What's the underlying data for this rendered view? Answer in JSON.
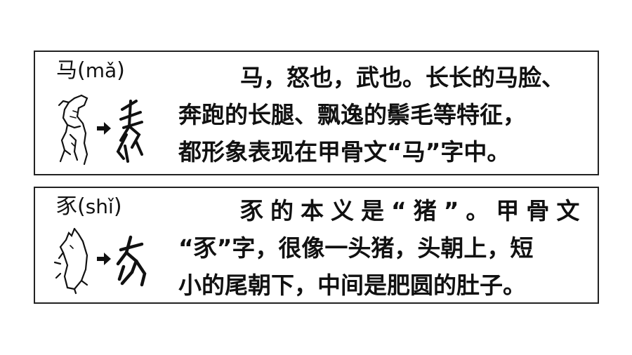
{
  "entries": [
    {
      "char": "马",
      "pinyin": "mǎ",
      "lines": [
        "马，怒也，武也。长长的马脸、",
        "奔跑的长腿、飘逸的鬃毛等特征，",
        "都形象表现在甲骨文“马”字中。"
      ]
    },
    {
      "char": "豕",
      "pinyin": "shǐ",
      "lines": [
        "豕的本义是“猪”。甲骨文",
        "“豕”字，很像一头猪，头朝上，短",
        "小的尾朝下，中间是肥圆的肚子。"
      ]
    }
  ]
}
